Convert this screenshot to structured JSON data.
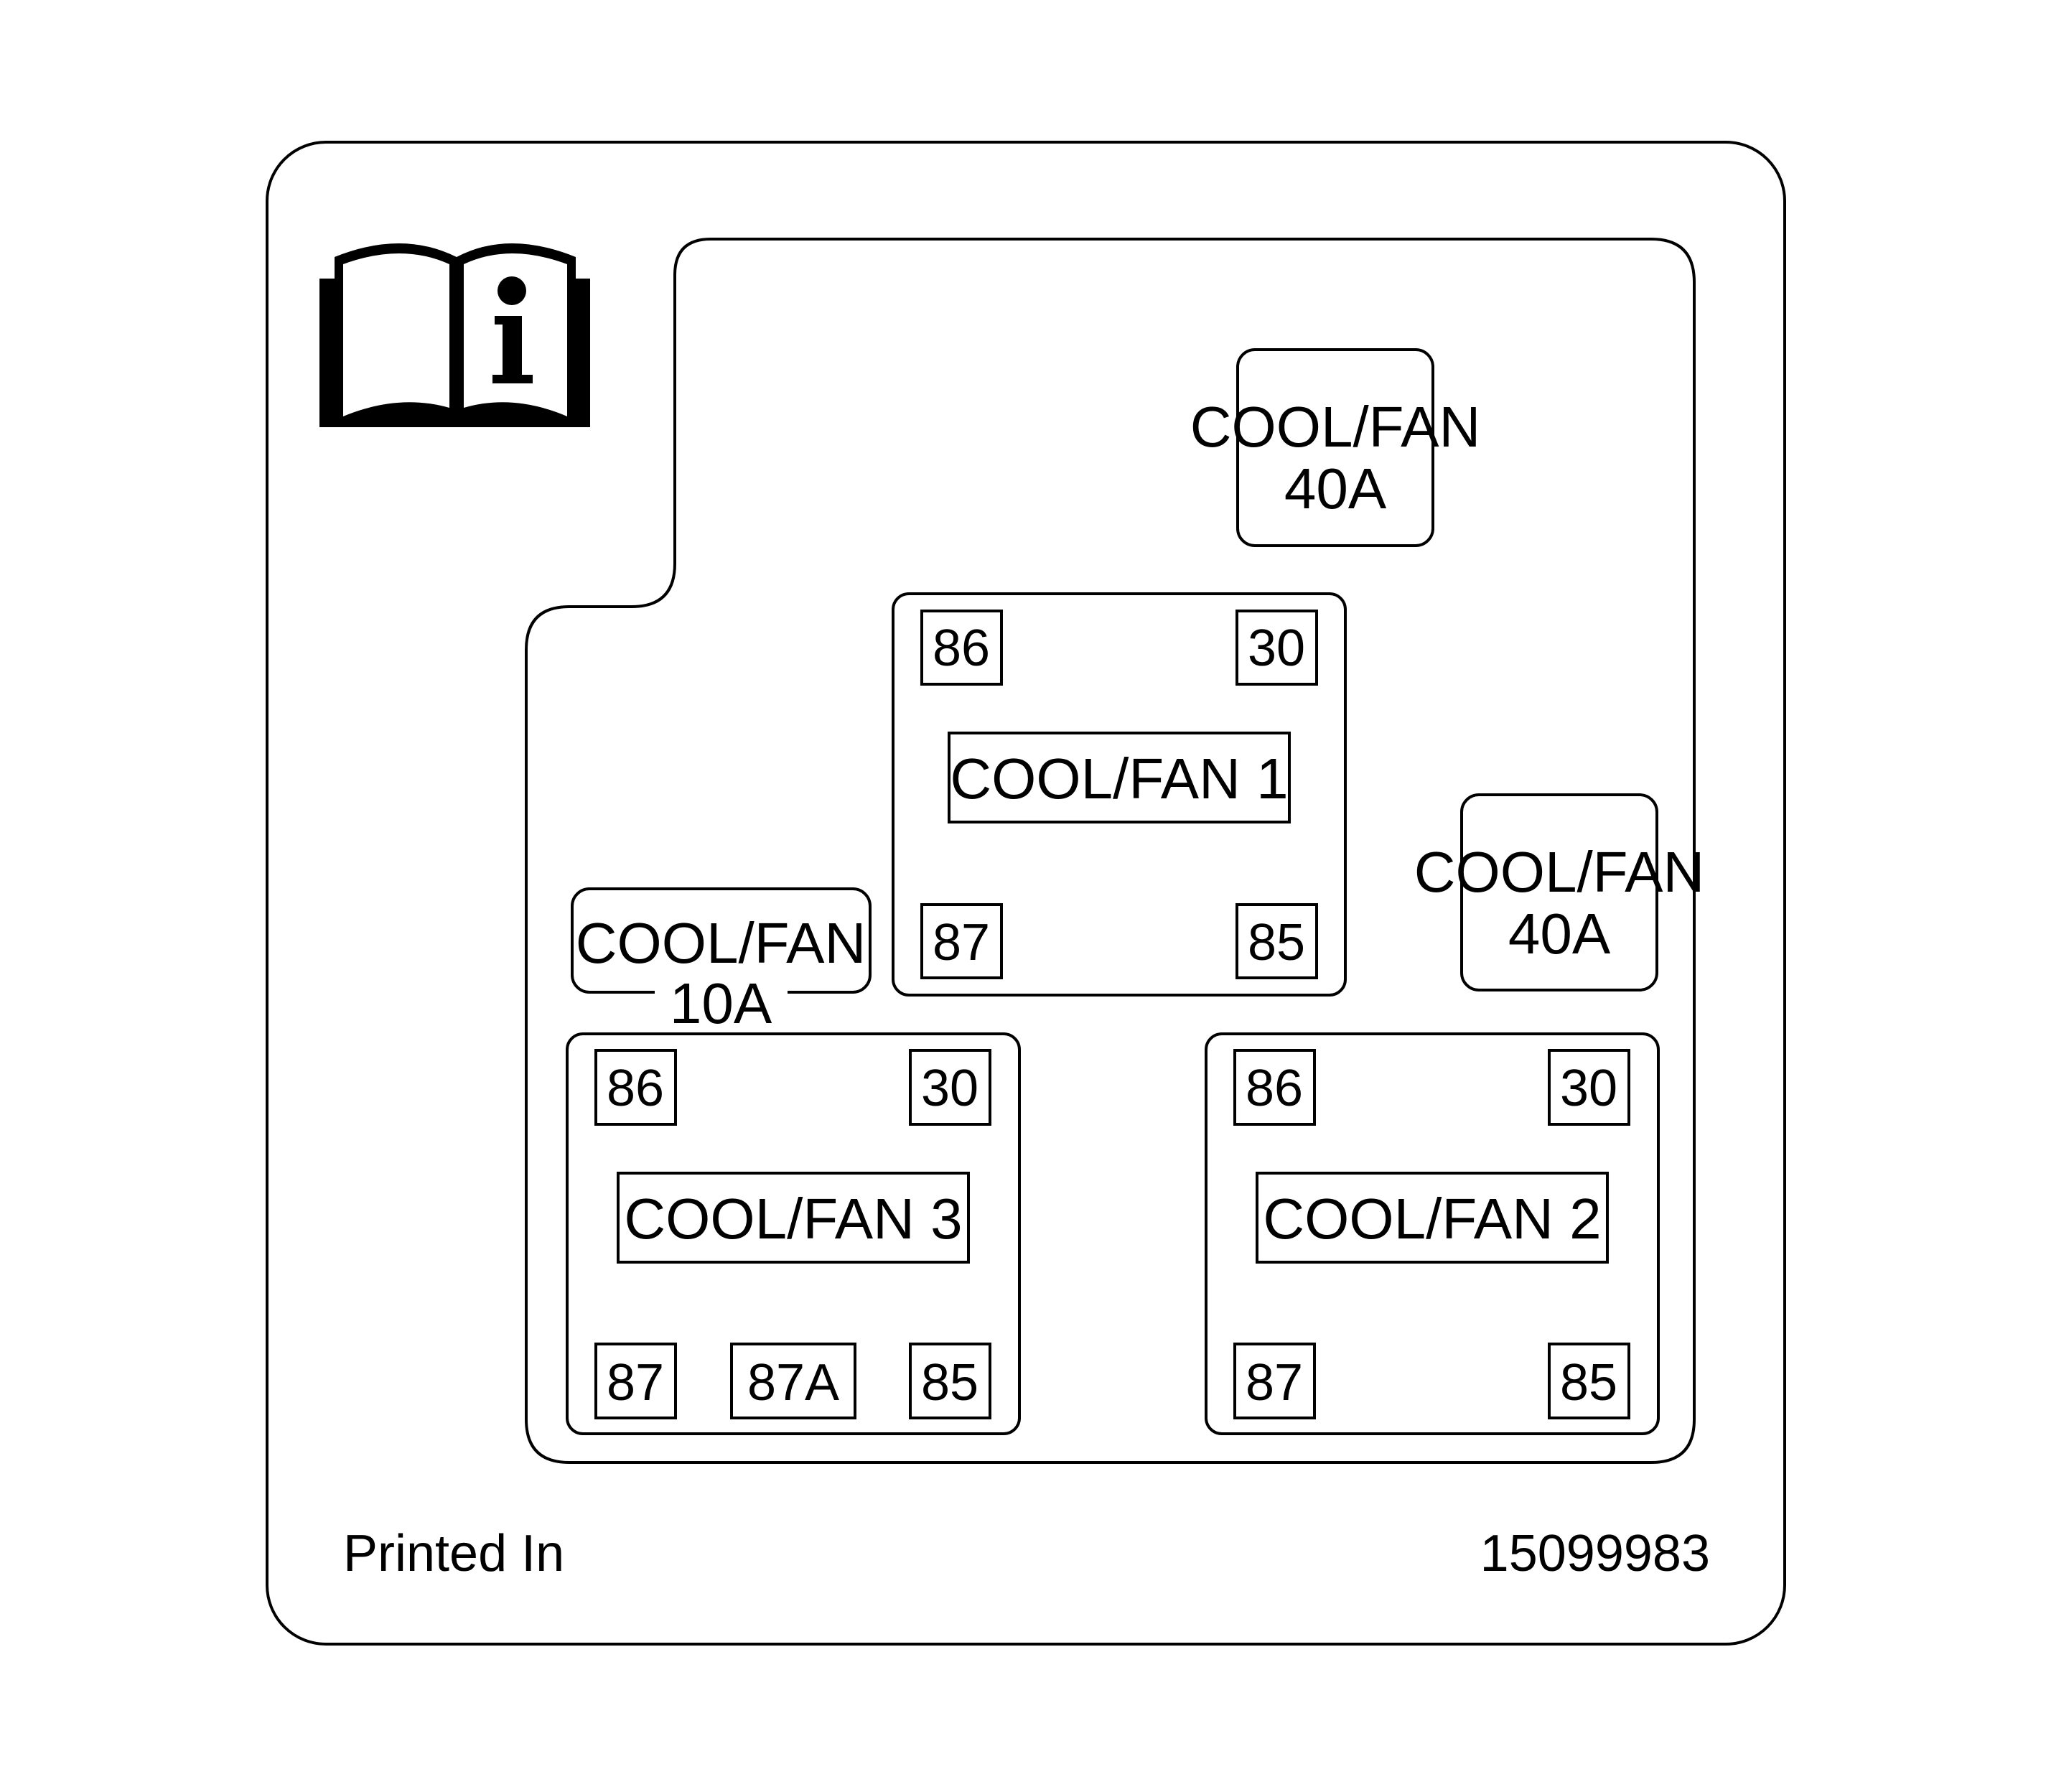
{
  "colors": {
    "line": "#000000",
    "background": "#ffffff"
  },
  "icon": {
    "name": "owner-manual-info-icon",
    "glyph": "i"
  },
  "fuses": {
    "top": {
      "name": "COOL/FAN",
      "rating": "40A"
    },
    "right": {
      "name": "COOL/FAN",
      "rating": "40A"
    },
    "left": {
      "name": "COOL/FAN",
      "rating": "10A"
    }
  },
  "relays": {
    "relay1": {
      "label": "COOL/FAN 1",
      "pins": {
        "tl": "86",
        "tr": "30",
        "bl": "87",
        "br": "85"
      }
    },
    "relay3": {
      "label": "COOL/FAN 3",
      "pins": {
        "tl": "86",
        "tr": "30",
        "bl": "87",
        "bm": "87A",
        "br": "85"
      }
    },
    "relay2": {
      "label": "COOL/FAN 2",
      "pins": {
        "tl": "86",
        "tr": "30",
        "bl": "87",
        "br": "85"
      }
    }
  },
  "footer": {
    "left": "Printed In",
    "right": "15099983"
  }
}
